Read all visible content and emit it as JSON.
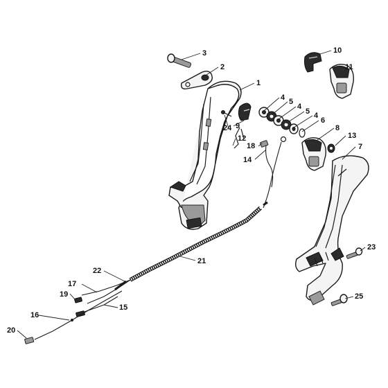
{
  "labels": [
    {
      "text": "1",
      "target": "handle-housing"
    },
    {
      "text": "2",
      "target": "clamp-plate"
    },
    {
      "text": "3",
      "target": "screw-top"
    },
    {
      "text": "4",
      "target": "washer-a"
    },
    {
      "text": "5",
      "target": "washer-b"
    },
    {
      "text": "4",
      "target": "washer-c"
    },
    {
      "text": "5",
      "target": "washer-d"
    },
    {
      "text": "4",
      "target": "washer-e"
    },
    {
      "text": "6",
      "target": "spring-washer"
    },
    {
      "text": "7",
      "target": "handle-half-shell"
    },
    {
      "text": "8",
      "target": "switch-assembly-lower"
    },
    {
      "text": "9",
      "target": "throttle-trigger"
    },
    {
      "text": "10",
      "target": "trigger-upper"
    },
    {
      "text": "11",
      "target": "switch-assembly-upper"
    },
    {
      "text": "12",
      "target": "contact-spring"
    },
    {
      "text": "13",
      "target": "nut"
    },
    {
      "text": "14",
      "target": "wire-loop"
    },
    {
      "text": "15",
      "target": "ground-wire"
    },
    {
      "text": "16",
      "target": "short-circuit-wire"
    },
    {
      "text": "17",
      "target": "wire-connector-upper"
    },
    {
      "text": "18",
      "target": "terminal"
    },
    {
      "text": "19",
      "target": "wire-connector-lower"
    },
    {
      "text": "20",
      "target": "plug-end"
    },
    {
      "text": "21",
      "target": "throttle-cable"
    },
    {
      "text": "22",
      "target": "cable-sleeve"
    },
    {
      "text": "23",
      "target": "screw-right"
    },
    {
      "text": "24",
      "target": "pin"
    },
    {
      "text": "25",
      "target": "screw-bottom"
    }
  ]
}
